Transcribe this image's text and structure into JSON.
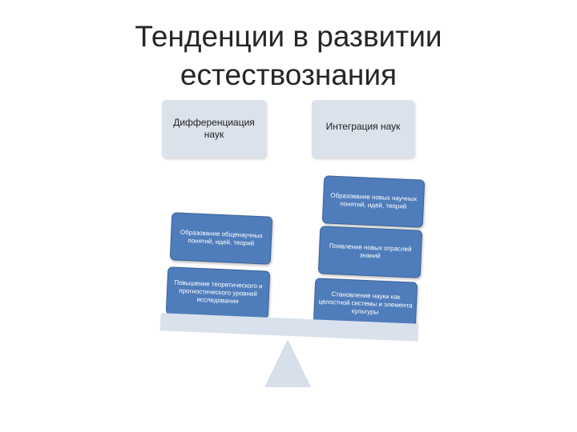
{
  "title": {
    "line1": "Тенденции в развитии",
    "line2": "естествознания"
  },
  "headers": {
    "left": "Дифференциация наук",
    "right": "Интеграция наук"
  },
  "left_cards": [
    "Образование общенаучных понятий, идей, теорий",
    "Повышение теоретического и прогностического уровней исследования"
  ],
  "right_cards": [
    "Образование новых научных понятий, идей, теорий",
    "Появление новых отраслей знаний",
    "Становление науки как целостной системы и элемента культуры"
  ],
  "colors": {
    "card_fill": "#4f7dbb",
    "header_fill": "#dbe2ec",
    "beam_fill": "#d9e1ec",
    "fulcrum_fill": "#d6dfea"
  }
}
